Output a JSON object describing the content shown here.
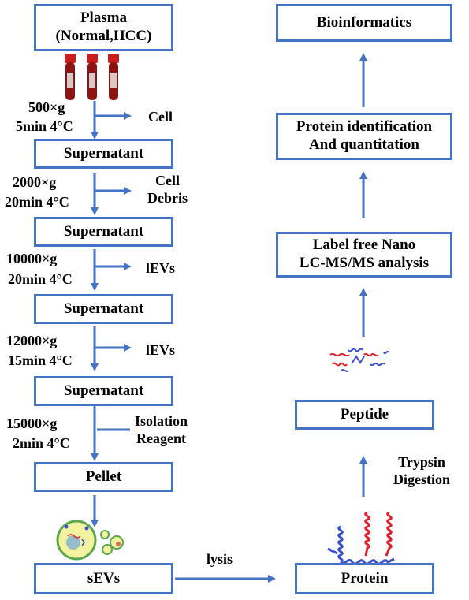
{
  "colors": {
    "box_border": "#4472C4",
    "arrow": "#4472C4",
    "tube_red": "#B01717",
    "peptide_red": "#E0202A",
    "peptide_blue": "#3A4FCF"
  },
  "left": {
    "plasma": "Plasma\n(Normal,HCC)",
    "step1": {
      "speed": "500×g",
      "time": "5min 4°C",
      "removed": "Cell"
    },
    "sup1": "Supernatant",
    "step2": {
      "speed": "2000×g",
      "time": "20min 4°C",
      "removed": "Cell\nDebris"
    },
    "sup2": "Supernatant",
    "step3": {
      "speed": "10000×g",
      "time": "20min 4°C",
      "removed": "lEVs"
    },
    "sup3": "Supernatant",
    "step4": {
      "speed": "12000×g",
      "time": "15min 4°C",
      "removed": "lEVs"
    },
    "sup4": "Supernatant",
    "step5": {
      "speed": "15000×g",
      "time": "2min 4°C",
      "added": "Isolation\nReagent"
    },
    "pellet": "Pellet",
    "sevs": "sEVs"
  },
  "bottom": {
    "lysis": "lysis"
  },
  "right": {
    "protein": "Protein",
    "digestion": "Trypsin\nDigestion",
    "peptide": "Peptide",
    "lcms": "Label free Nano\nLC-MS/MS analysis",
    "identification": "Protein identification\nAnd quantitation",
    "bioinformatics": "Bioinformatics"
  },
  "icons": [
    "blood-tubes-icon",
    "vesicles-icon",
    "protein-helix-icon",
    "peptides-icon"
  ]
}
